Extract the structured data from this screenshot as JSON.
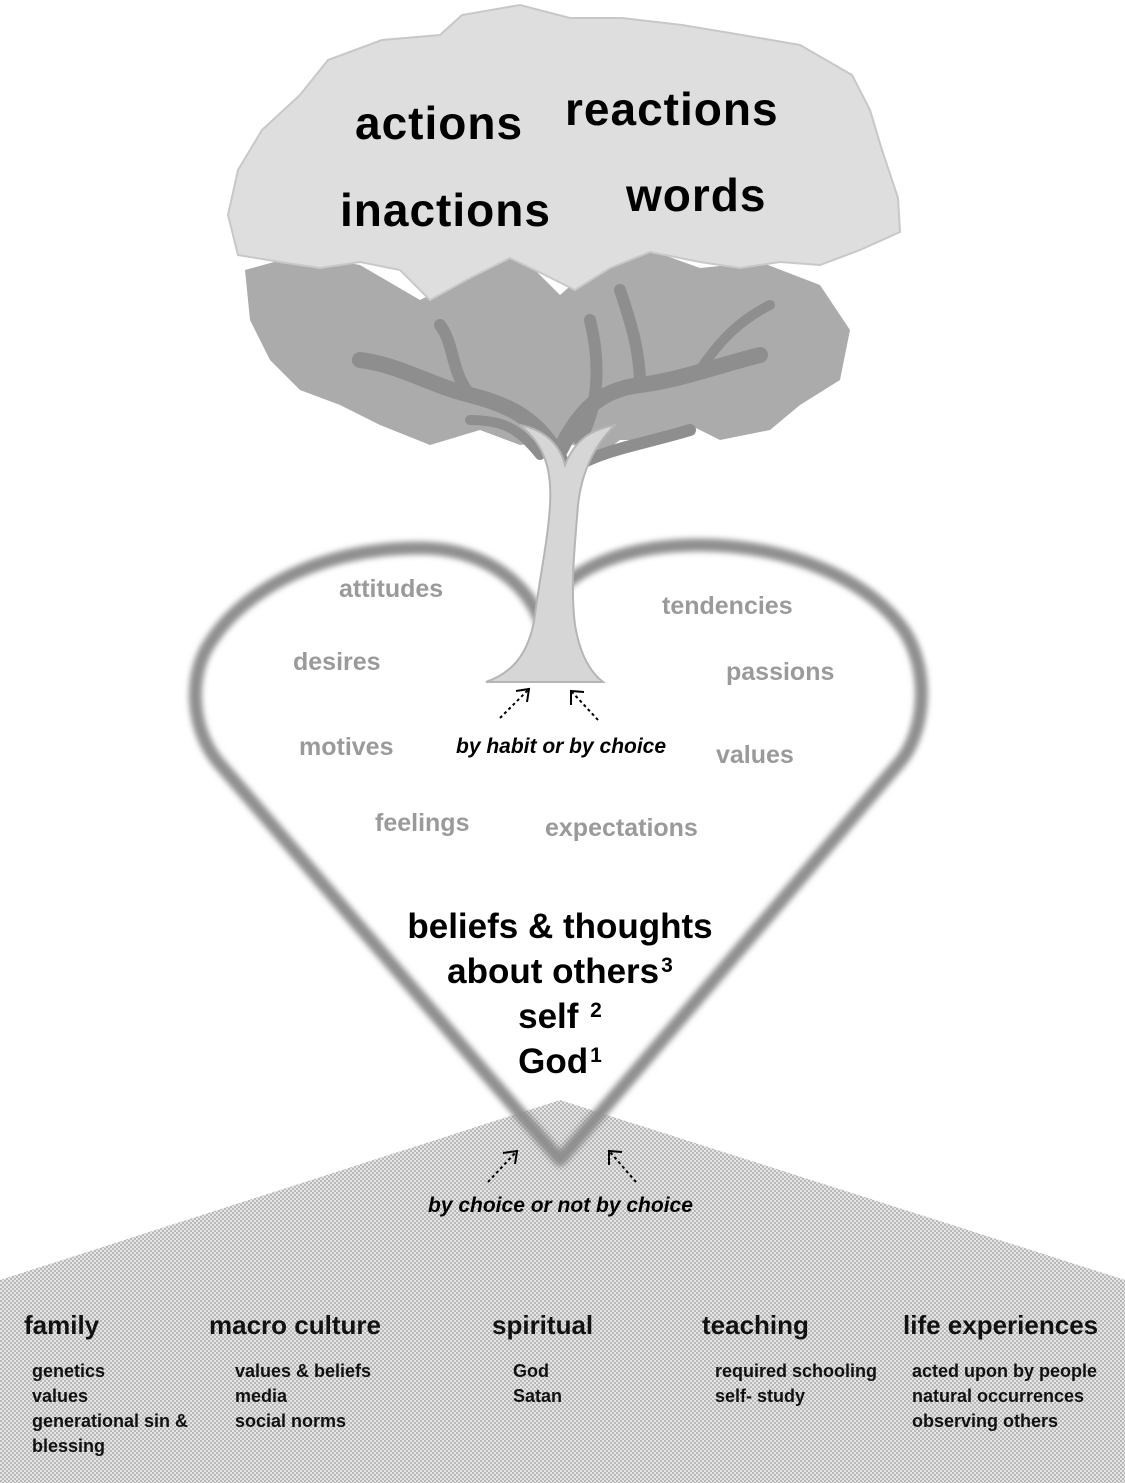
{
  "canopy": {
    "actions": "actions",
    "reactions": "reactions",
    "inactions": "inactions",
    "words": "words"
  },
  "heart": {
    "attitudes": "attitudes",
    "tendencies": "tendencies",
    "desires": "desires",
    "passions": "passions",
    "motives": "motives",
    "values": "values",
    "feelings": "feelings",
    "expectations": "expectations",
    "habit_note": "by habit or by choice"
  },
  "core": {
    "line1": "beliefs & thoughts",
    "line2": "about others",
    "line2_sup": "3",
    "line3": "self",
    "line3_sup": "2",
    "line4": "God",
    "line4_sup": "1"
  },
  "base_note": "by choice or not by choice",
  "sources": [
    {
      "title": "family",
      "items": [
        "genetics",
        "values",
        "generational sin  &",
        "blessing"
      ]
    },
    {
      "title": "macro culture",
      "items": [
        "values & beliefs",
        "media",
        "social norms"
      ]
    },
    {
      "title": "spiritual",
      "items": [
        "God",
        "Satan"
      ]
    },
    {
      "title": "teaching",
      "items": [
        "required schooling",
        "self- study"
      ]
    },
    {
      "title": "life experiences",
      "items": [
        "acted upon by people",
        "natural occurrences",
        "observing others"
      ]
    }
  ],
  "colors": {
    "canopy_light": "#dcdcdc",
    "canopy_dark": "#a9a9a9",
    "trunk": "#d6d6d6",
    "heart_outline": "#8f8f8f",
    "heart_word": "#9a9a9a"
  }
}
